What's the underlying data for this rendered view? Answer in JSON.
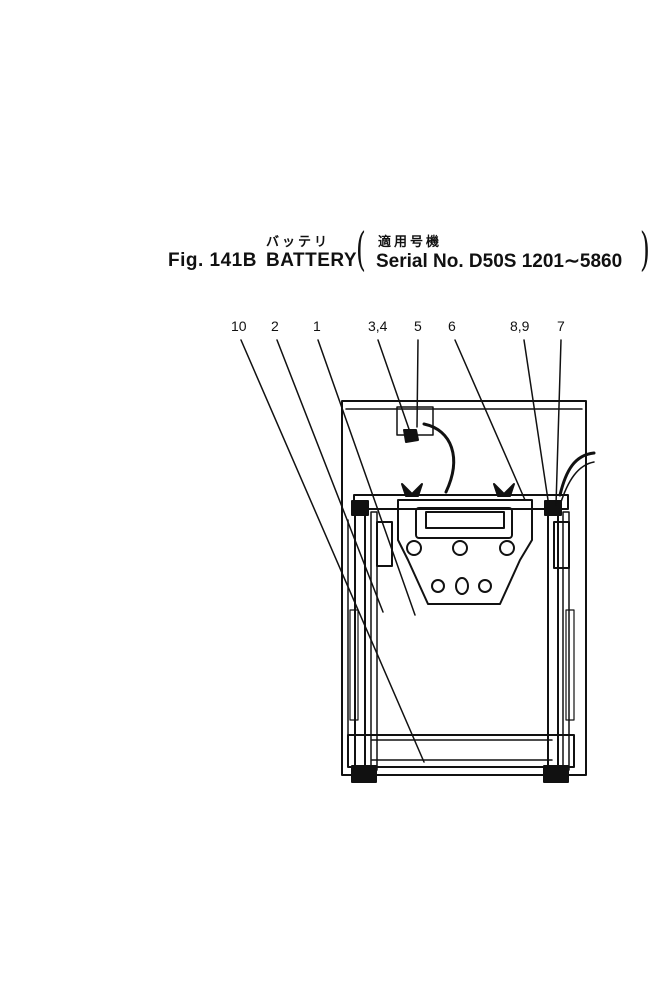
{
  "figure": {
    "fig_label": "Fig. 141B",
    "title_en": "BATTERY",
    "title_jp": "バッテリ",
    "applicability_jp": "適用号機",
    "serial_text": "Serial No. D50S  1201∼5860"
  },
  "callouts": [
    "10",
    "2",
    "1",
    "3,4",
    "5",
    "6",
    "8,9",
    "7"
  ]
}
